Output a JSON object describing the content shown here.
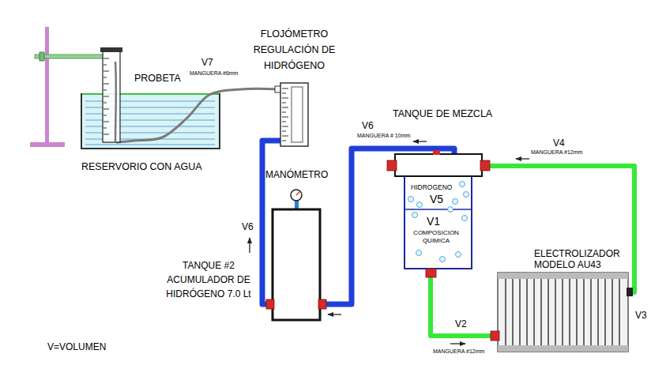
{
  "diagram": {
    "nodes": [
      {
        "text": [
          "RESERVORIO CON AGUA"
        ]
      },
      {
        "text": [
          "PROBETA"
        ]
      },
      {
        "text": [
          "FLOJÓMETRO REGULACIÓN DE HIDRÓGENO"
        ]
      },
      {
        "text": [
          "TANQUE #2 ACUMULADOR DE HIDRÓGENO 7.0 Lt"
        ]
      },
      {
        "text": [
          "TANQUE DE MEZCLA",
          "HIDROGENO",
          "V5",
          "V1",
          "COMPOSICION QUIMICA"
        ]
      },
      {
        "text": [
          "ELECTROLIZADOR MODELO AU43"
        ]
      }
    ],
    "edges": [
      {
        "from": 5,
        "to": 4,
        "arrow": "none"
      },
      {
        "from": 4,
        "to": 5,
        "arrow": "none"
      },
      {
        "from": 4,
        "to": 3,
        "arrow": "none"
      },
      {
        "from": 3,
        "to": 2,
        "arrow": "none"
      },
      {
        "from": 2,
        "to": 1,
        "arrow": "none"
      }
    ],
    "labels": [
      "V7",
      "MANGUERA #6mm",
      "V6",
      "V6",
      "MANGUERA # 10mm",
      "MANÓMETRO",
      "V4",
      "MANGUERA #12mm",
      "V2",
      "MANGUERA #12mm",
      "V3",
      "V=VOLUMEN"
    ]
  }
}
